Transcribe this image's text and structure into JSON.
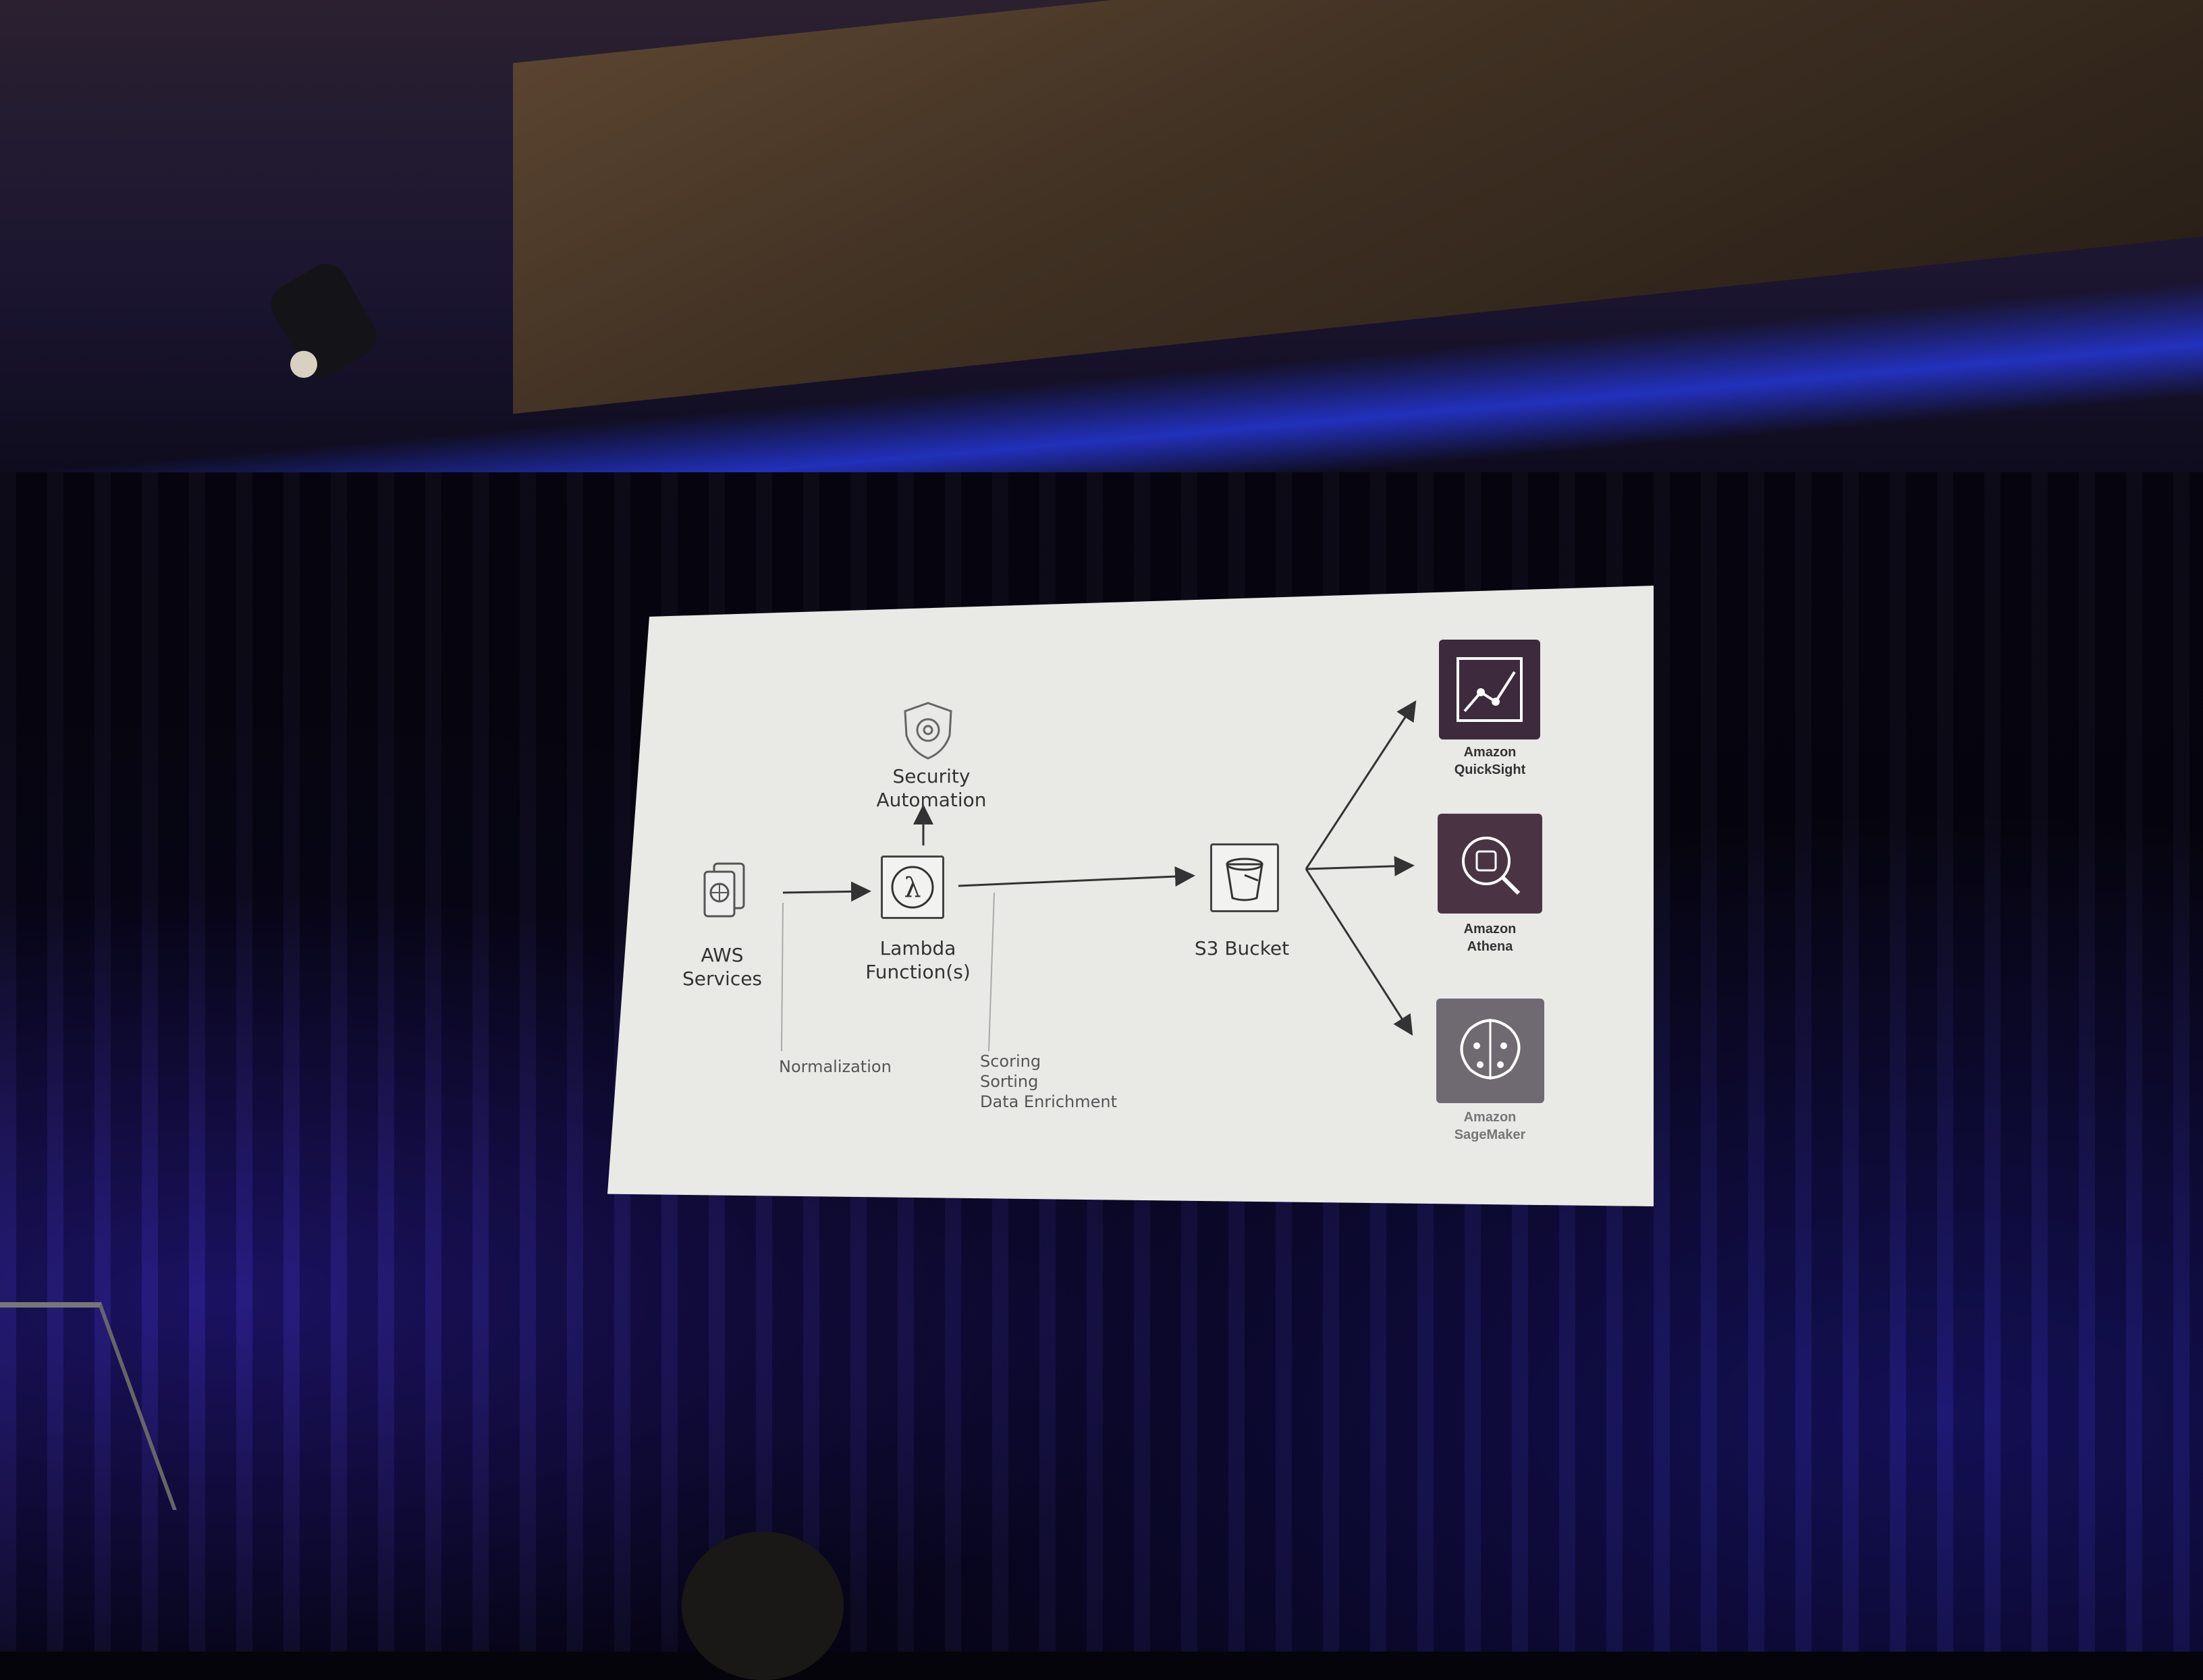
{
  "slide": {
    "aws_services": "AWS\nServices",
    "security_automation": "Security\nAutomation",
    "lambda": "Lambda\nFunction(s)",
    "s3_bucket": "S3 Bucket",
    "normalization": "Normalization",
    "scoring": "Scoring\nSorting\nData Enrichment",
    "quicksight": "Amazon\nQuickSight",
    "athena": "Amazon\nAthena",
    "sagemaker": "Amazon\nSageMaker"
  },
  "colors": {
    "quicksight": "#3d2a3c",
    "athena": "#4a3444",
    "sagemaker": "#6f6a72",
    "screen": "#e9e9e6"
  },
  "icons": [
    "aws-services-icon",
    "shield-gear-icon",
    "lambda-icon",
    "s3-bucket-icon",
    "quicksight-icon",
    "athena-icon",
    "sagemaker-icon"
  ]
}
